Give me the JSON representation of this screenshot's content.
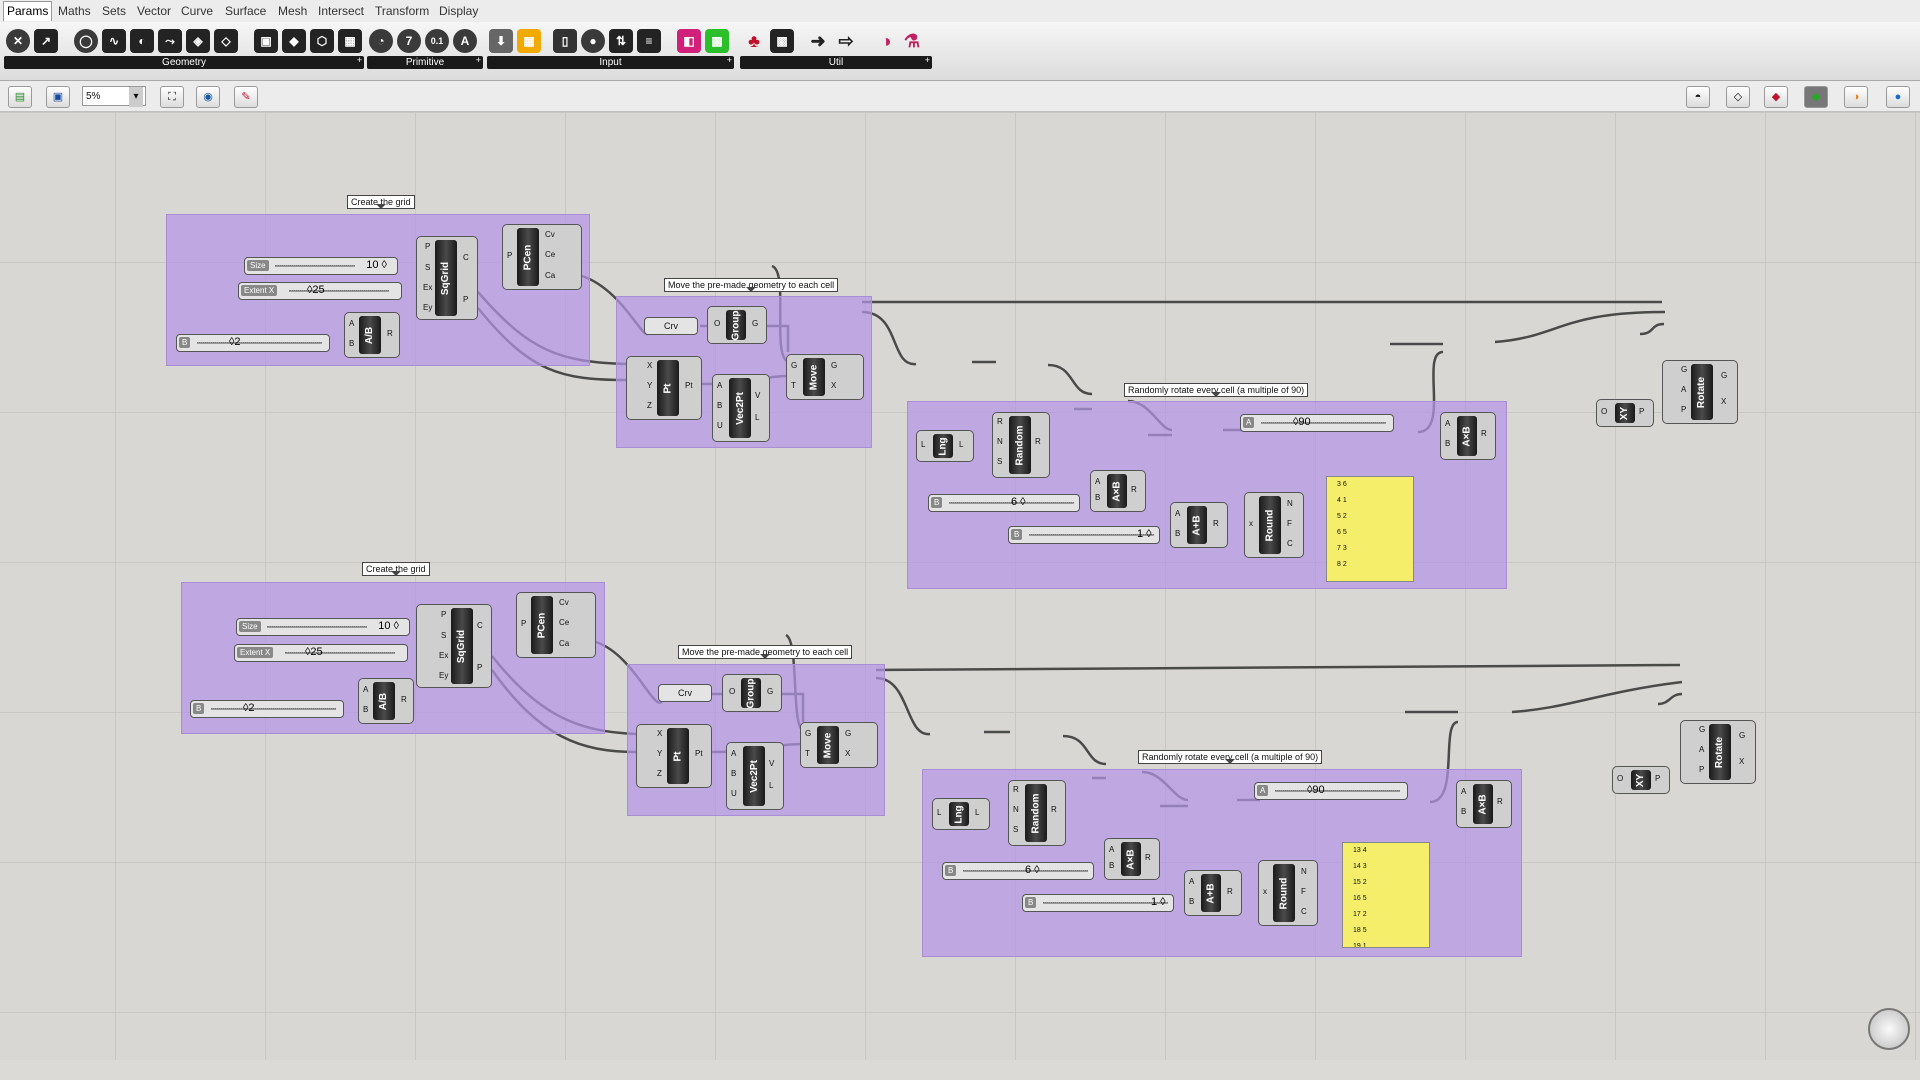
{
  "menu": {
    "tabs": [
      "Params",
      "Maths",
      "Sets",
      "Vector",
      "Curve",
      "Surface",
      "Mesh",
      "Intersect",
      "Transform",
      "Display"
    ],
    "active": "Params"
  },
  "ribbon": {
    "groups": [
      {
        "label": "Geometry",
        "buttons": [
          "✕",
          "↗",
          "◯",
          "∿",
          "◐",
          "⤳",
          "◈",
          "◇",
          "▣",
          "◆",
          "⬡",
          "▦"
        ]
      },
      {
        "label": "Primitive",
        "buttons": [
          "◔",
          "7",
          "0.1",
          "A"
        ]
      },
      {
        "label": "Input",
        "buttons": [
          "⬇",
          "▦",
          "▯",
          "●",
          "⇅",
          "≡",
          "◧",
          "▩"
        ]
      },
      {
        "label": "Util",
        "buttons": [
          "♣",
          "▩",
          "➜",
          "⇨",
          "◑",
          "⚗"
        ]
      }
    ]
  },
  "toolbar": {
    "zoom": "5%"
  },
  "canvas": {
    "groups": [
      {
        "note": "Create the grid"
      },
      {
        "note": "Move the pre-made geometry to each cell"
      },
      {
        "note": "Randomly rotate every cell (a multiple of 90)"
      },
      {
        "note": "Create the grid"
      },
      {
        "note": "Move the pre-made geometry to each cell"
      },
      {
        "note": "Randomly rotate every cell (a multiple of 90)"
      }
    ],
    "sliders": {
      "size1": {
        "label": "Size",
        "value": "10 ◊"
      },
      "extent1": {
        "label": "Extent X",
        "value": "◊25"
      },
      "b1": {
        "label": "B",
        "value": "◊2"
      },
      "a90_1": {
        "label": "A",
        "value": "◊90"
      },
      "b6_1": {
        "label": "B",
        "value": "6 ◊"
      },
      "b1_1": {
        "label": "B",
        "value": "1 ◊"
      },
      "size2": {
        "label": "Size",
        "value": "10 ◊"
      },
      "extent2": {
        "label": "Extent X",
        "value": "◊25"
      },
      "b2": {
        "label": "B",
        "value": "◊2"
      },
      "a90_2": {
        "label": "A",
        "value": "◊90"
      },
      "b6_2": {
        "label": "B",
        "value": "6 ◊"
      },
      "b1_2": {
        "label": "B",
        "value": "1 ◊"
      }
    },
    "components": {
      "sqgrid": "SqGrid",
      "pcen": "PCen",
      "adivb": "A/B",
      "crv": "Crv",
      "group": "Group",
      "pt": "Pt",
      "vec2pt": "Vec2Pt",
      "move": "Move",
      "lng": "Lng",
      "random": "Random",
      "axb": "A×B",
      "aplusb": "A+B",
      "round": "Round",
      "rotate": "Rotate",
      "xy": "XY"
    },
    "panel1": [
      "3 6",
      "4 1",
      "5 2",
      "6 5",
      "7 3",
      "8 2"
    ],
    "panel2": [
      "13 4",
      "14 3",
      "15 2",
      "16 5",
      "17 2",
      "18 5",
      "19 1"
    ]
  }
}
